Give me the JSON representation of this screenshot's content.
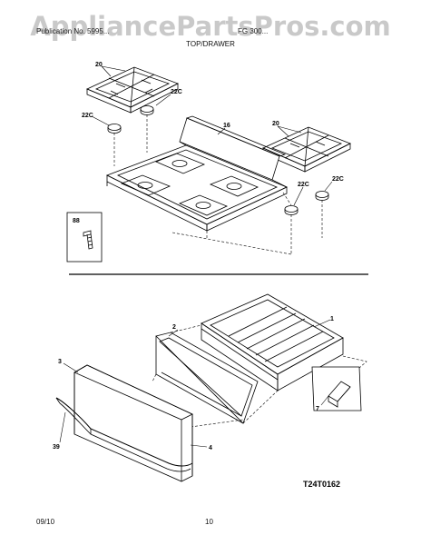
{
  "watermark": "AppliancePartsPros.com",
  "header": {
    "left": "Publication No. 5995...",
    "model": "FG 300...",
    "section": "TOP/DRAWER"
  },
  "callouts": {
    "grate": "20",
    "grate_right": "20",
    "foot_a": "22C",
    "foot_b": "22C",
    "foot_c": "22C",
    "foot_d": "22C",
    "cooktop": "16",
    "screw": "88",
    "drawer_body": "1",
    "drawer_panel": "2",
    "drawer_front": "3",
    "drawer_liner": "4",
    "handle": "39",
    "glide": "7"
  },
  "diagram_code": "T24T0162",
  "footer": {
    "date": "09/10",
    "page": "10"
  }
}
